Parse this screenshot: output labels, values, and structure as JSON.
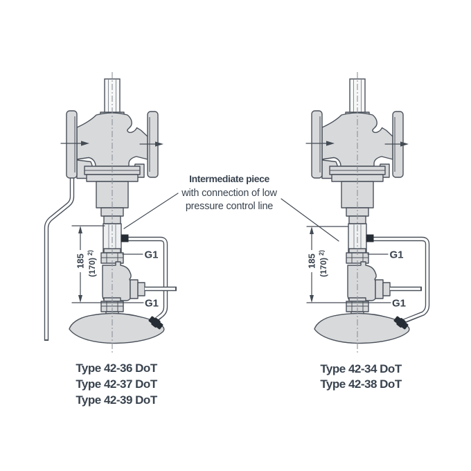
{
  "figure": {
    "annotation": {
      "title": "Intermediate piece",
      "line2": "with connection of low",
      "line3": "pressure control line"
    },
    "dimension": {
      "value": "185",
      "alt_value": "(170)",
      "footnote": "2)"
    },
    "connection_label": "G1",
    "left_valve": {
      "captions": [
        "Type 42-36 DoT",
        "Type 42-37 DoT",
        "Type 42-39 DoT"
      ]
    },
    "right_valve": {
      "captions": [
        "Type 42-34 DoT",
        "Type 42-38 DoT"
      ]
    },
    "colors": {
      "outline": "#4a515a",
      "body_fill": "#d8d9db",
      "text": "#39434e",
      "fitting_fill": "#272d34",
      "background": "#ffffff"
    }
  }
}
